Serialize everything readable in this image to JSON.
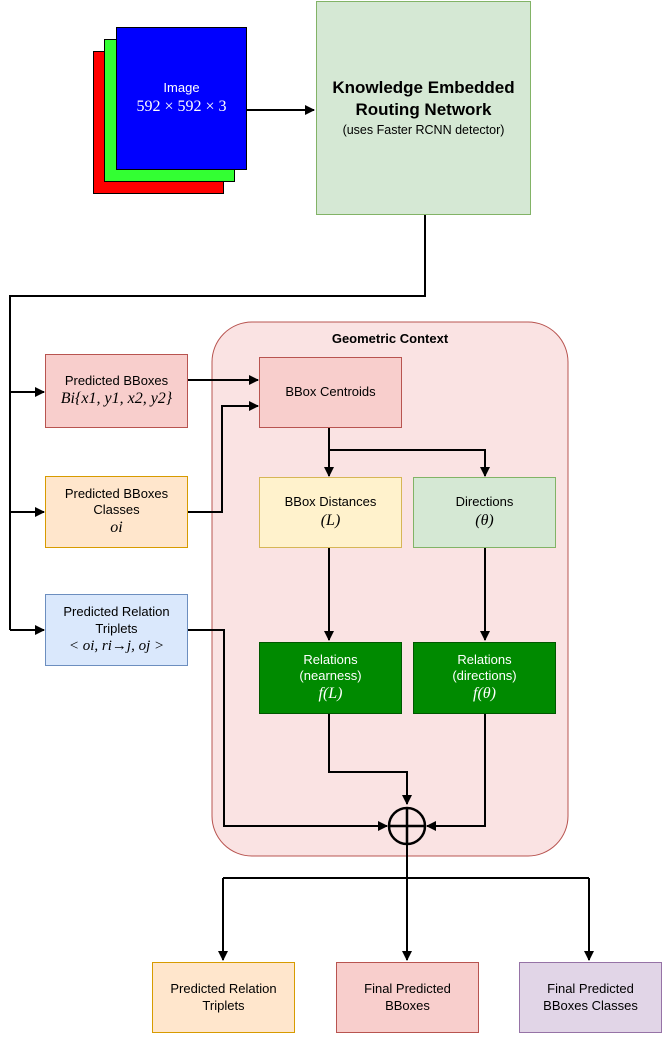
{
  "image_stack": {
    "label": "Image",
    "dims": "592 × 592 × 3",
    "colors": [
      "#ff0000",
      "#33ff33",
      "#0000ff"
    ]
  },
  "kern": {
    "title": "Knowledge Embedded Routing Network",
    "subtitle": "(uses Faster RCNN detector)"
  },
  "geometric_context": {
    "title": "Geometric Context",
    "bbox_centroids": "BBox Centroids",
    "bbox_distances": {
      "label": "BBox Distances",
      "math": "(L)"
    },
    "directions": {
      "label": "Directions",
      "math": "(θ)"
    },
    "relations_nearness": {
      "label": "Relations (nearness)",
      "math": "f(L)"
    },
    "relations_directions": {
      "label": "Relations (directions)",
      "math": "f(θ)"
    }
  },
  "inputs": {
    "pred_bboxes": {
      "label": "Predicted BBoxes",
      "math": "Bi{x1, y1, x2, y2}"
    },
    "pred_classes": {
      "label": "Predicted BBoxes Classes",
      "math": "oi"
    },
    "pred_triplets": {
      "label": "Predicted Relation Triplets",
      "math": "< oi, ri→j, oj >"
    }
  },
  "combine_symbol": "⊕",
  "outputs": {
    "relation_triplets": "Predicted Relation Triplets",
    "final_bboxes": "Final Predicted BBoxes",
    "final_classes": "Final Predicted BBoxes Classes"
  }
}
